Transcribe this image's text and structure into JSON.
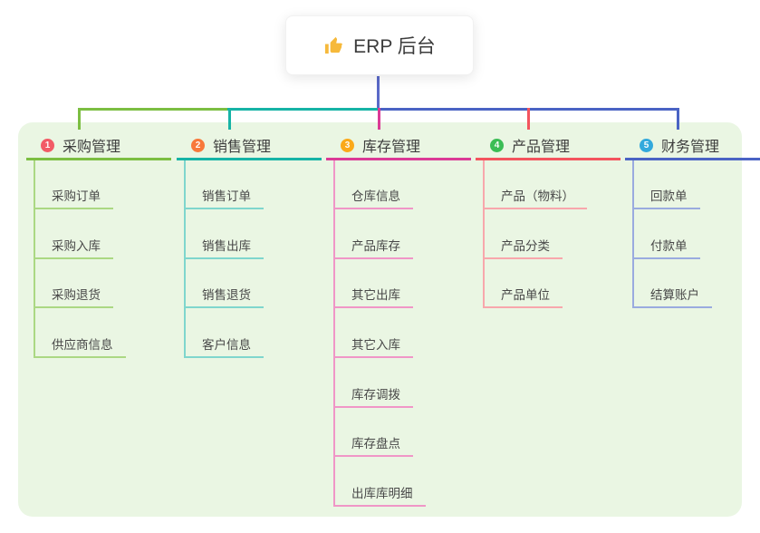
{
  "root": {
    "icon": "thumbs-up-icon",
    "label": "ERP 后台",
    "line_color": "#5A69C8"
  },
  "canvas": {
    "background": "#FFFFFF",
    "panel_background": "#EAF6E3"
  },
  "branches": [
    {
      "number": "1",
      "label": "采购管理",
      "badge_color": "#F25B66",
      "line_color": "#7CBE42",
      "light_color": "#ABD883",
      "children": [
        "采购订单",
        "采购入库",
        "采购退货",
        "供应商信息"
      ]
    },
    {
      "number": "2",
      "label": "销售管理",
      "badge_color": "#F8793B",
      "line_color": "#16B3A6",
      "light_color": "#7FD6CD",
      "children": [
        "销售订单",
        "销售出库",
        "销售退货",
        "客户信息"
      ]
    },
    {
      "number": "3",
      "label": "库存管理",
      "badge_color": "#FBA919",
      "line_color": "#DB3A96",
      "light_color": "#F096C7",
      "children": [
        "仓库信息",
        "产品库存",
        "其它出库",
        "其它入库",
        "库存调拨",
        "库存盘点",
        "出库库明细"
      ]
    },
    {
      "number": "4",
      "label": "产品管理",
      "badge_color": "#3BBD55",
      "line_color": "#F3545E",
      "light_color": "#F8A7AC",
      "children": [
        "产品（物料）",
        "产品分类",
        "产品单位"
      ]
    },
    {
      "number": "5",
      "label": "财务管理",
      "badge_color": "#33A9DC",
      "line_color": "#4A63C4",
      "light_color": "#9AABDF",
      "children": [
        "回款单",
        "付款单",
        "结算账户"
      ]
    }
  ]
}
